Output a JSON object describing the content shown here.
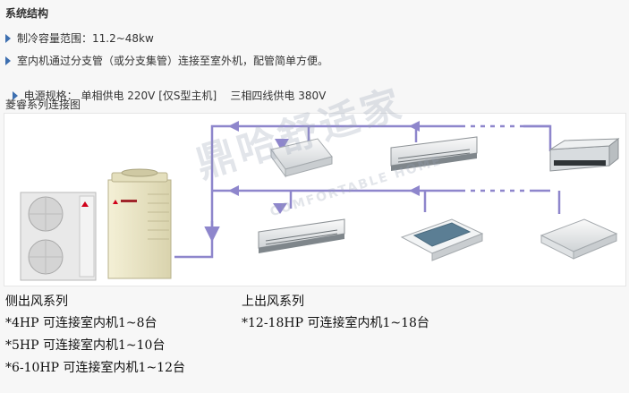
{
  "section_title": "系统结构",
  "bullets": [
    "制冷容量范围：11.2~48kw",
    "室内机通过分支管（或分支集管）连接至室外机，配管简单方便。",
    "电源规格： 单相供电 220V [仅S型主机]    三相四线供电 380V"
  ],
  "diagram_title": "菱睿系列连接图",
  "watermark": {
    "main": "鼎哈舒适家",
    "sub": "COMFORTABLE HOME"
  },
  "side_series": {
    "title": "侧出风系列",
    "lines": [
      "*4HP 可连接室内机1~8台",
      "*5HP 可连接室内机1~10台",
      "*6-10HP 可连接室内机1~12台"
    ]
  },
  "top_series": {
    "title": "上出风系列",
    "lines": [
      "*12-18HP 可连接室内机1~18台"
    ]
  },
  "colors": {
    "pipe": "#8e86cc",
    "bullet_arrow": "#3d6fb0",
    "outdoor_cream": "#ece7c6",
    "brand_red": "#d0021b"
  }
}
